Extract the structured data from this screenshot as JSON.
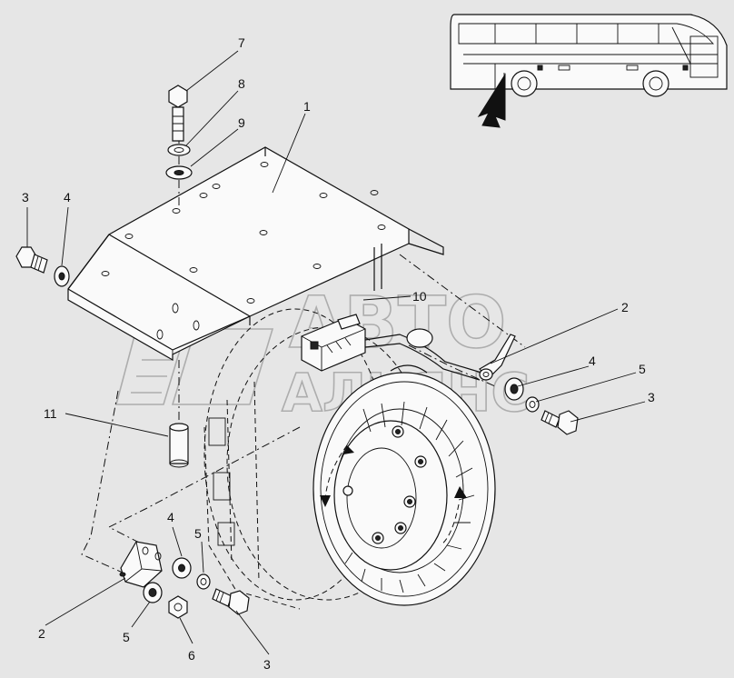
{
  "watermark": {
    "line1": "АВТО",
    "line2": "АЛЬЯНС"
  },
  "callouts": [
    {
      "id": "c7-top",
      "text": "7"
    },
    {
      "id": "c8-top",
      "text": "8"
    },
    {
      "id": "c9-top",
      "text": "9"
    },
    {
      "id": "c1-top",
      "text": "1"
    },
    {
      "id": "c3-left",
      "text": "3"
    },
    {
      "id": "c4-left",
      "text": "4"
    },
    {
      "id": "c10",
      "text": "10"
    },
    {
      "id": "c2-right",
      "text": "2"
    },
    {
      "id": "c4-right",
      "text": "4"
    },
    {
      "id": "c5-right",
      "text": "5"
    },
    {
      "id": "c3-right",
      "text": "3"
    },
    {
      "id": "c11",
      "text": "11"
    },
    {
      "id": "c4-bottom",
      "text": "4"
    },
    {
      "id": "c5-bottom-a",
      "text": "5"
    },
    {
      "id": "c2-bottom",
      "text": "2"
    },
    {
      "id": "c5-bottom-b",
      "text": "5"
    },
    {
      "id": "c6-bottom",
      "text": "6"
    },
    {
      "id": "c3-bottom",
      "text": "3"
    }
  ]
}
